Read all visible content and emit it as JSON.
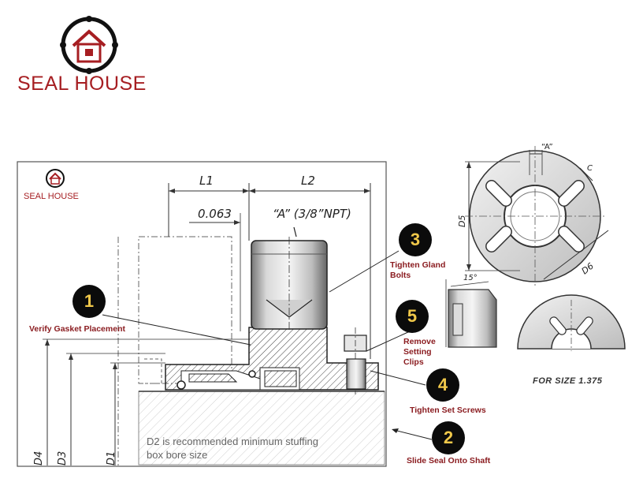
{
  "brand": {
    "name": "SEAL HOUSE",
    "color": "#a61e22",
    "logo_icon": "house-circle-icon"
  },
  "dimensions": {
    "l1": "L1",
    "l2": "L2",
    "gap": "0.063",
    "port": "“A” (3/8”NPT)",
    "d1": "D1",
    "d3": "D3",
    "d4": "D4",
    "d5": "D5",
    "d6": "D6",
    "a_small": "“A”",
    "c": "C",
    "angle": "15°"
  },
  "steps": [
    {
      "number": "1",
      "label": "Verify Gasket Placement"
    },
    {
      "number": "2",
      "label": "Slide Seal Onto Shaft"
    },
    {
      "number": "3",
      "label_line1": "Tighten Gland",
      "label_line2": "Bolts"
    },
    {
      "number": "4",
      "label": "Tighten Set Screws"
    },
    {
      "number": "5",
      "label_line1": "Remove",
      "label_line2": "Setting",
      "label_line3": "Clips"
    }
  ],
  "note": {
    "line1": "D2 is recommended minimum stuffing",
    "line2": "box bore size"
  },
  "for_size": "FOR SIZE 1.375",
  "colors": {
    "step_fill": "#0b0b0b",
    "step_text": "#f0c84a",
    "label_text": "#8a1b1f"
  }
}
